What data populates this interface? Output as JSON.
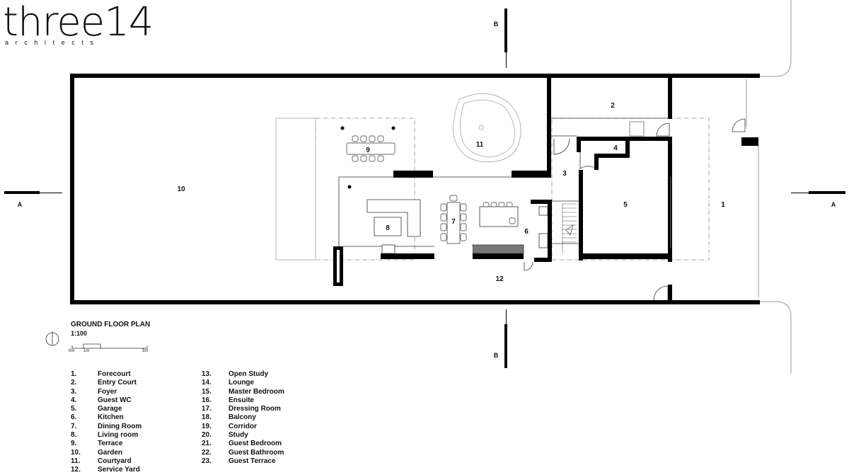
{
  "logo": {
    "main": "three14",
    "sub": "architects"
  },
  "plan": {
    "title": "GROUND FLOOR PLAN",
    "scale": "1:100",
    "scale_bar": [
      "0m",
      "1m",
      "5m"
    ]
  },
  "section_marks": {
    "a": "A",
    "b": "B"
  },
  "room_numbers": [
    "1",
    "2",
    "3",
    "4",
    "5",
    "6",
    "7",
    "8",
    "9",
    "10",
    "11",
    "12"
  ],
  "legend": [
    {
      "num": "1.",
      "name": "Forecourt"
    },
    {
      "num": "2.",
      "name": "Entry Court"
    },
    {
      "num": "3.",
      "name": "Foyer"
    },
    {
      "num": "4.",
      "name": "Guest WC"
    },
    {
      "num": "5.",
      "name": "Garage"
    },
    {
      "num": "6.",
      "name": "Kitchen"
    },
    {
      "num": "7.",
      "name": "Dining Room"
    },
    {
      "num": "8.",
      "name": "Living room"
    },
    {
      "num": "9.",
      "name": "Terrace"
    },
    {
      "num": "10.",
      "name": "Garden"
    },
    {
      "num": "11.",
      "name": "Courtyard"
    },
    {
      "num": "12.",
      "name": "Service Yard"
    },
    {
      "num": "13.",
      "name": "Open Study"
    },
    {
      "num": "14.",
      "name": "Lounge"
    },
    {
      "num": "15.",
      "name": "Master Bedroom"
    },
    {
      "num": "16.",
      "name": "Ensuite"
    },
    {
      "num": "17.",
      "name": "Dressing Room"
    },
    {
      "num": "18.",
      "name": "Balcony"
    },
    {
      "num": "19.",
      "name": "Corridor"
    },
    {
      "num": "20.",
      "name": "Study"
    },
    {
      "num": "21.",
      "name": "Guest Bedroom"
    },
    {
      "num": "22.",
      "name": "Guest Bathroom"
    },
    {
      "num": "23.",
      "name": "Guest Terrace"
    }
  ]
}
